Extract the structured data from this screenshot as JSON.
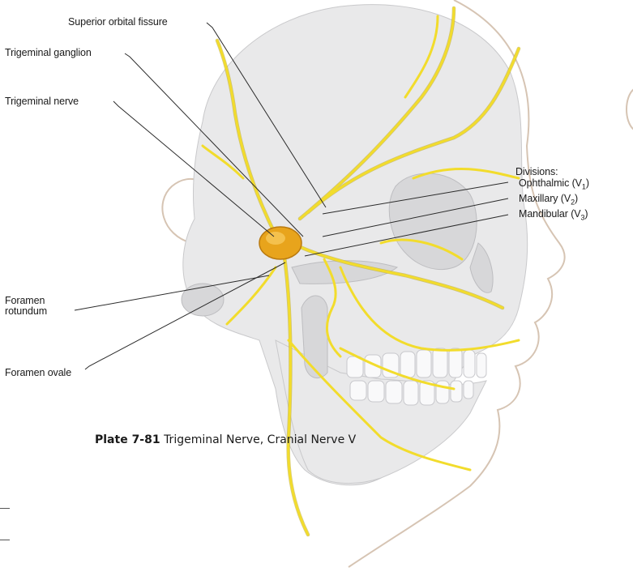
{
  "labels": {
    "superior_orbital_fissure": "Superior orbital fissure",
    "trigeminal_ganglion": "Trigeminal ganglion",
    "trigeminal_nerve": "Trigeminal nerve",
    "divisions_heading": "Divisions:",
    "ophthalmic": "Ophthalmic (V",
    "ophthalmic_sub": "1",
    "maxillary": "Maxillary (V",
    "maxillary_sub": "2",
    "mandibular": "Mandibular (V",
    "mandibular_sub": "3",
    "close_paren": ")",
    "foramen_rotundum_line1": "Foramen",
    "foramen_rotundum_line2": "rotundum",
    "foramen_ovale": "Foramen ovale"
  },
  "caption": {
    "plate_number": "Plate 7-81",
    "title": "Trigeminal Nerve, Cranial Nerve V"
  },
  "colors": {
    "nerve": "#f2dc2c",
    "ganglion": "#e8a41c",
    "bone": "#e9e9ea",
    "skin_outline": "#d6c4b3"
  }
}
